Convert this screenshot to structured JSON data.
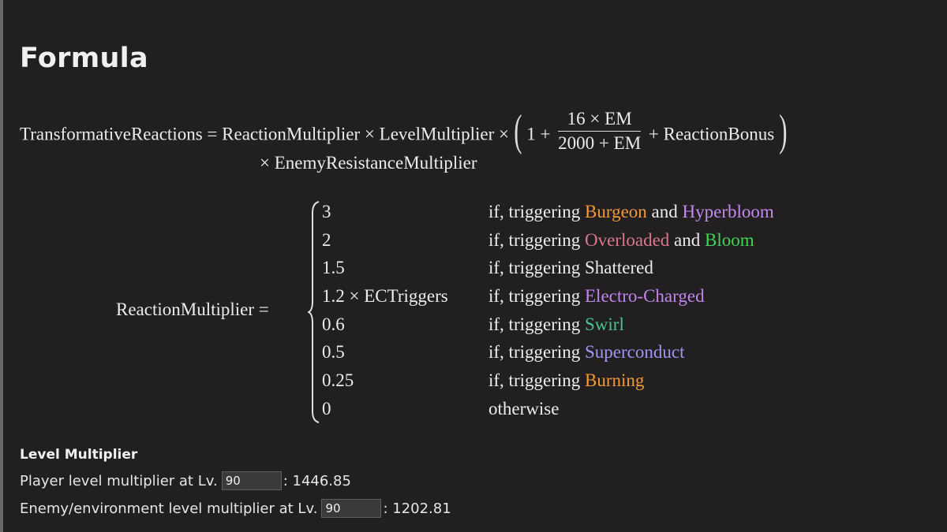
{
  "page": {
    "title": "Formula"
  },
  "formula": {
    "lhs": "TransformativeReactions",
    "equals": "=",
    "term1": "ReactionMultiplier",
    "times": "×",
    "term2": "LevelMultiplier",
    "one_plus": "1 +",
    "frac_numerator": "16 × EM",
    "frac_denominator": "2000 + EM",
    "plus_bonus": "+ ReactionBonus",
    "open_paren": "(",
    "close_paren": ")",
    "line2": "× EnemyResistanceMultiplier"
  },
  "reaction_multiplier": {
    "label": "ReactionMultiplier =",
    "cases": [
      {
        "value": "3",
        "prefix": "if, triggering ",
        "reactions": [
          {
            "name": "Burgeon",
            "color": "#f29a38"
          },
          {
            "name": "Hyperbloom",
            "color": "#c38af0"
          }
        ],
        "joiner": " and "
      },
      {
        "value": "2",
        "prefix": "if, triggering ",
        "reactions": [
          {
            "name": "Overloaded",
            "color": "#d9788c"
          },
          {
            "name": "Bloom",
            "color": "#3fd455"
          }
        ],
        "joiner": " and "
      },
      {
        "value": "1.5",
        "prefix": "if, triggering ",
        "reactions": [
          {
            "name": "Shattered",
            "color": "#ececec"
          }
        ]
      },
      {
        "value": "1.2 × ECTriggers",
        "prefix": "if, triggering ",
        "reactions": [
          {
            "name": "Electro-Charged",
            "color": "#c185ee"
          }
        ]
      },
      {
        "value": "0.6",
        "prefix": "if, triggering ",
        "reactions": [
          {
            "name": "Swirl",
            "color": "#45c48f"
          }
        ]
      },
      {
        "value": "0.5",
        "prefix": "if, triggering ",
        "reactions": [
          {
            "name": "Superconduct",
            "color": "#9b97f2"
          }
        ]
      },
      {
        "value": "0.25",
        "prefix": "if, triggering ",
        "reactions": [
          {
            "name": "Burning",
            "color": "#f29a38"
          }
        ]
      },
      {
        "value": "0",
        "prefix": "otherwise",
        "reactions": []
      }
    ]
  },
  "level_multiplier": {
    "title": "Level Multiplier",
    "player_label": "Player level multiplier at Lv.",
    "player_level": "90",
    "player_value": ": 1446.85",
    "enemy_label": "Enemy/environment level multiplier at Lv.",
    "enemy_level": "90",
    "enemy_value": ": 1202.81"
  },
  "colors": {
    "background": "#221f21",
    "text": "#ececec",
    "input_bg": "#3a3a3c"
  }
}
